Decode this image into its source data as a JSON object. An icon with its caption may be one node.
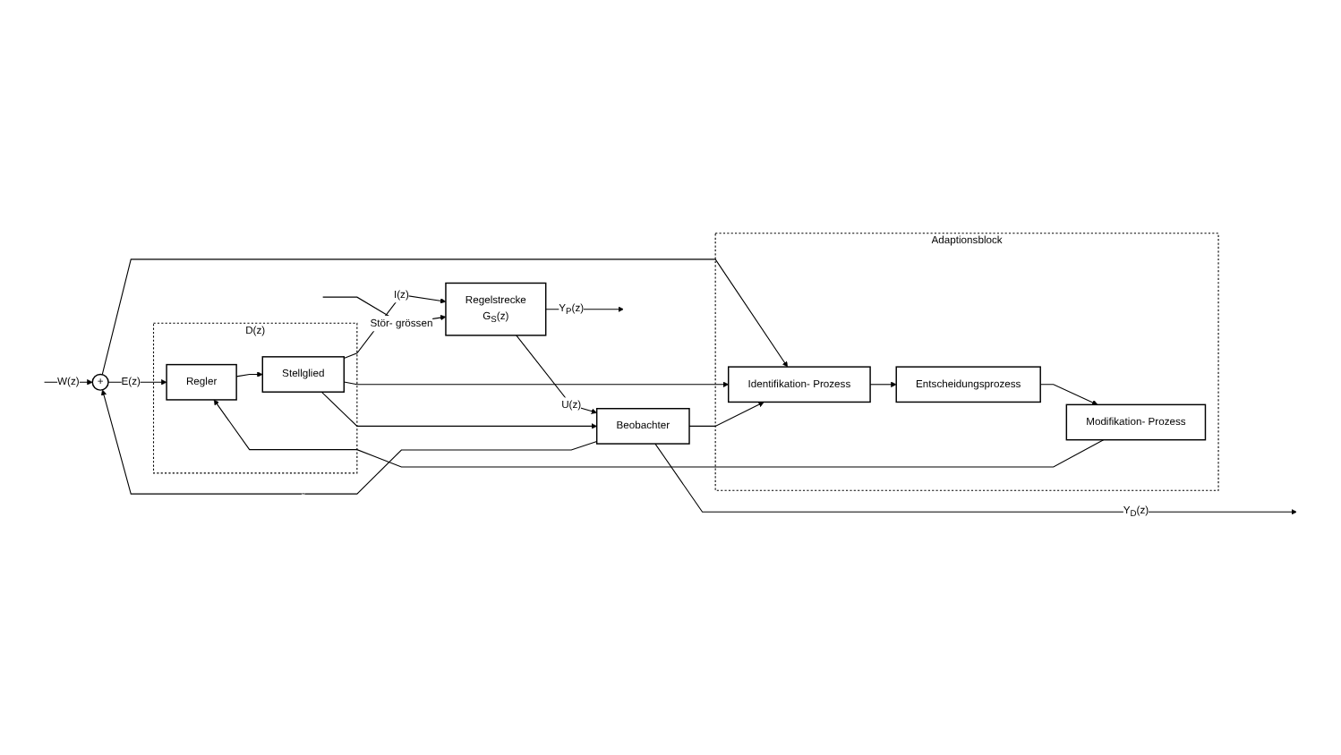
{
  "diagram": {
    "nodes": [
      {
        "text": [
          "+"
        ]
      },
      {
        "text": [
          "D(z)"
        ]
      },
      {
        "text": [
          "Regler"
        ],
        "in": 1
      },
      {
        "text": [
          "Stellglied"
        ],
        "in": 1
      },
      {
        "text": [
          "Regelstrecke",
          "G$_{S}$(z)"
        ]
      },
      {
        "text": [
          "Adaptionsblock"
        ]
      },
      {
        "text": [
          "Modifikation- Prozess"
        ],
        "in": 5
      },
      {
        "text": [
          "Identifikation- Prozess"
        ],
        "in": 5
      },
      {
        "text": [
          "Entscheidungsprozess"
        ],
        "in": 5
      },
      {
        "text": [
          "Beobachter"
        ]
      }
    ],
    "edges": [
      {
        "from": null,
        "to": 0,
        "arrow": "to",
        "label": "W(z)"
      },
      {
        "from": 0,
        "to": 2,
        "arrow": "to",
        "label": "E(z)"
      },
      {
        "from": 2,
        "to": 3,
        "arrow": "to"
      },
      {
        "from": 3,
        "to": 4,
        "arrow": "to",
        "label": "I(z)"
      },
      {
        "from": null,
        "to": 4,
        "arrow": "to",
        "label": "Stör- grössen"
      },
      {
        "from": 4,
        "to": null,
        "arrow": "to",
        "label": "Y$_{P}$(z)"
      },
      {
        "from": 4,
        "to": 9,
        "arrow": "to",
        "label": "U(z)"
      },
      {
        "from": 0,
        "to": 7,
        "arrow": "to"
      },
      {
        "from": 3,
        "to": 7,
        "arrow": "to"
      },
      {
        "from": 3,
        "to": 9,
        "arrow": "to"
      },
      {
        "from": 6,
        "to": 2,
        "arrow": "to"
      },
      {
        "from": 7,
        "to": 8,
        "arrow": "to"
      },
      {
        "from": 8,
        "to": 6,
        "arrow": "to"
      },
      {
        "from": 9,
        "to": null,
        "arrow": "to",
        "label": "Y$_{D}$(z)"
      },
      {
        "from": 9,
        "to": 0,
        "arrow": "to",
        "label": "-"
      },
      {
        "from": 9,
        "to": 7,
        "arrow": "to"
      }
    ]
  }
}
